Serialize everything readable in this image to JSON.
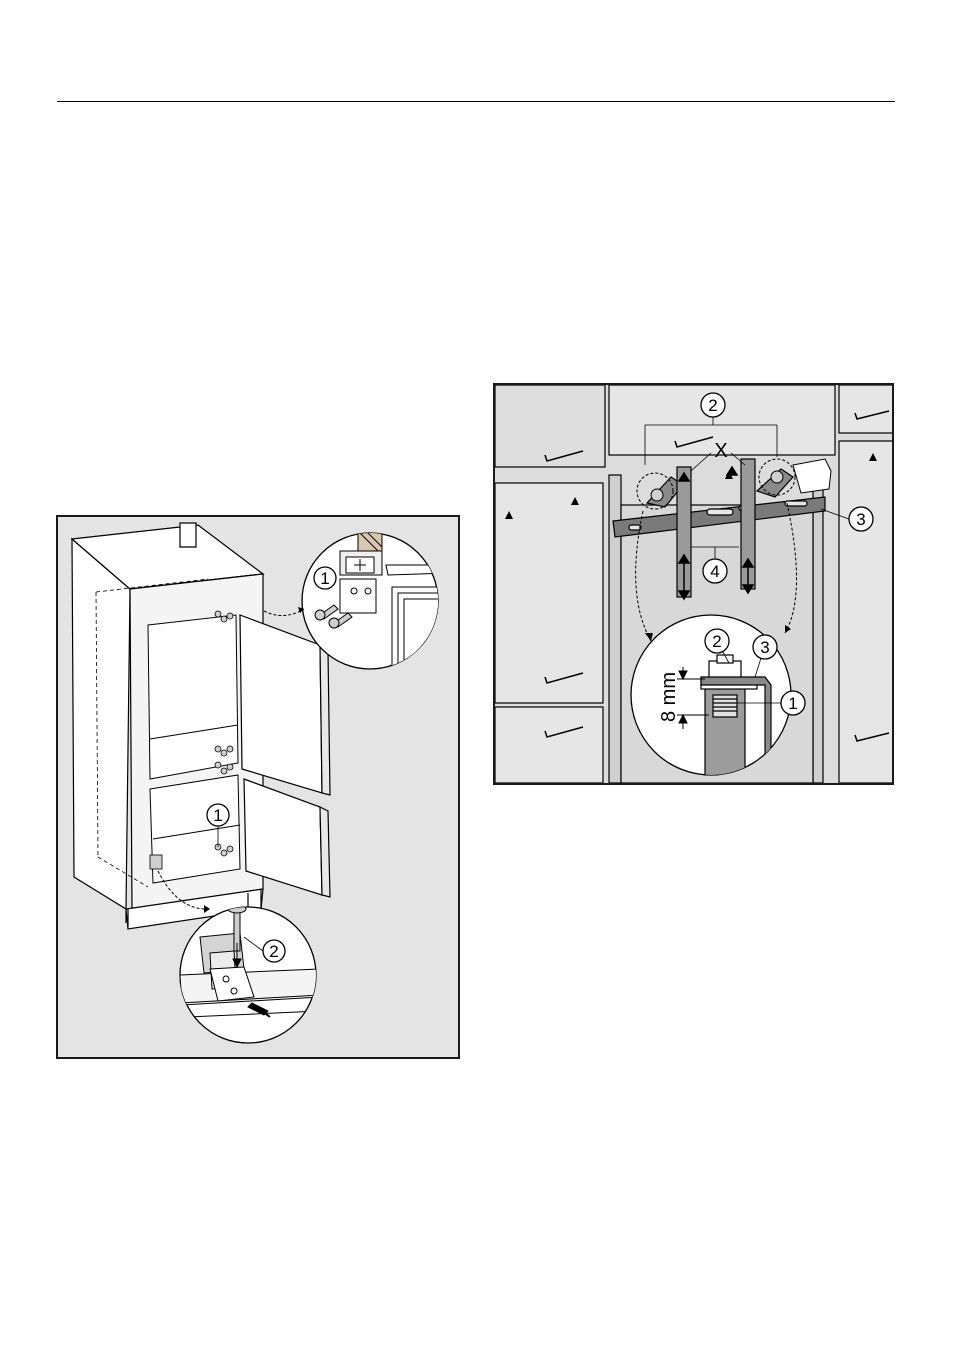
{
  "left_figure": {
    "callouts": {
      "top_detail": "1",
      "cabinet": "1",
      "bottom_detail": "2"
    }
  },
  "right_figure": {
    "callouts": {
      "top": "2",
      "x_mark": "X",
      "bracket": "3",
      "rails": "4",
      "nut": "2",
      "plate": "3",
      "bolt": "1"
    },
    "dimension_label": "8 mm"
  }
}
